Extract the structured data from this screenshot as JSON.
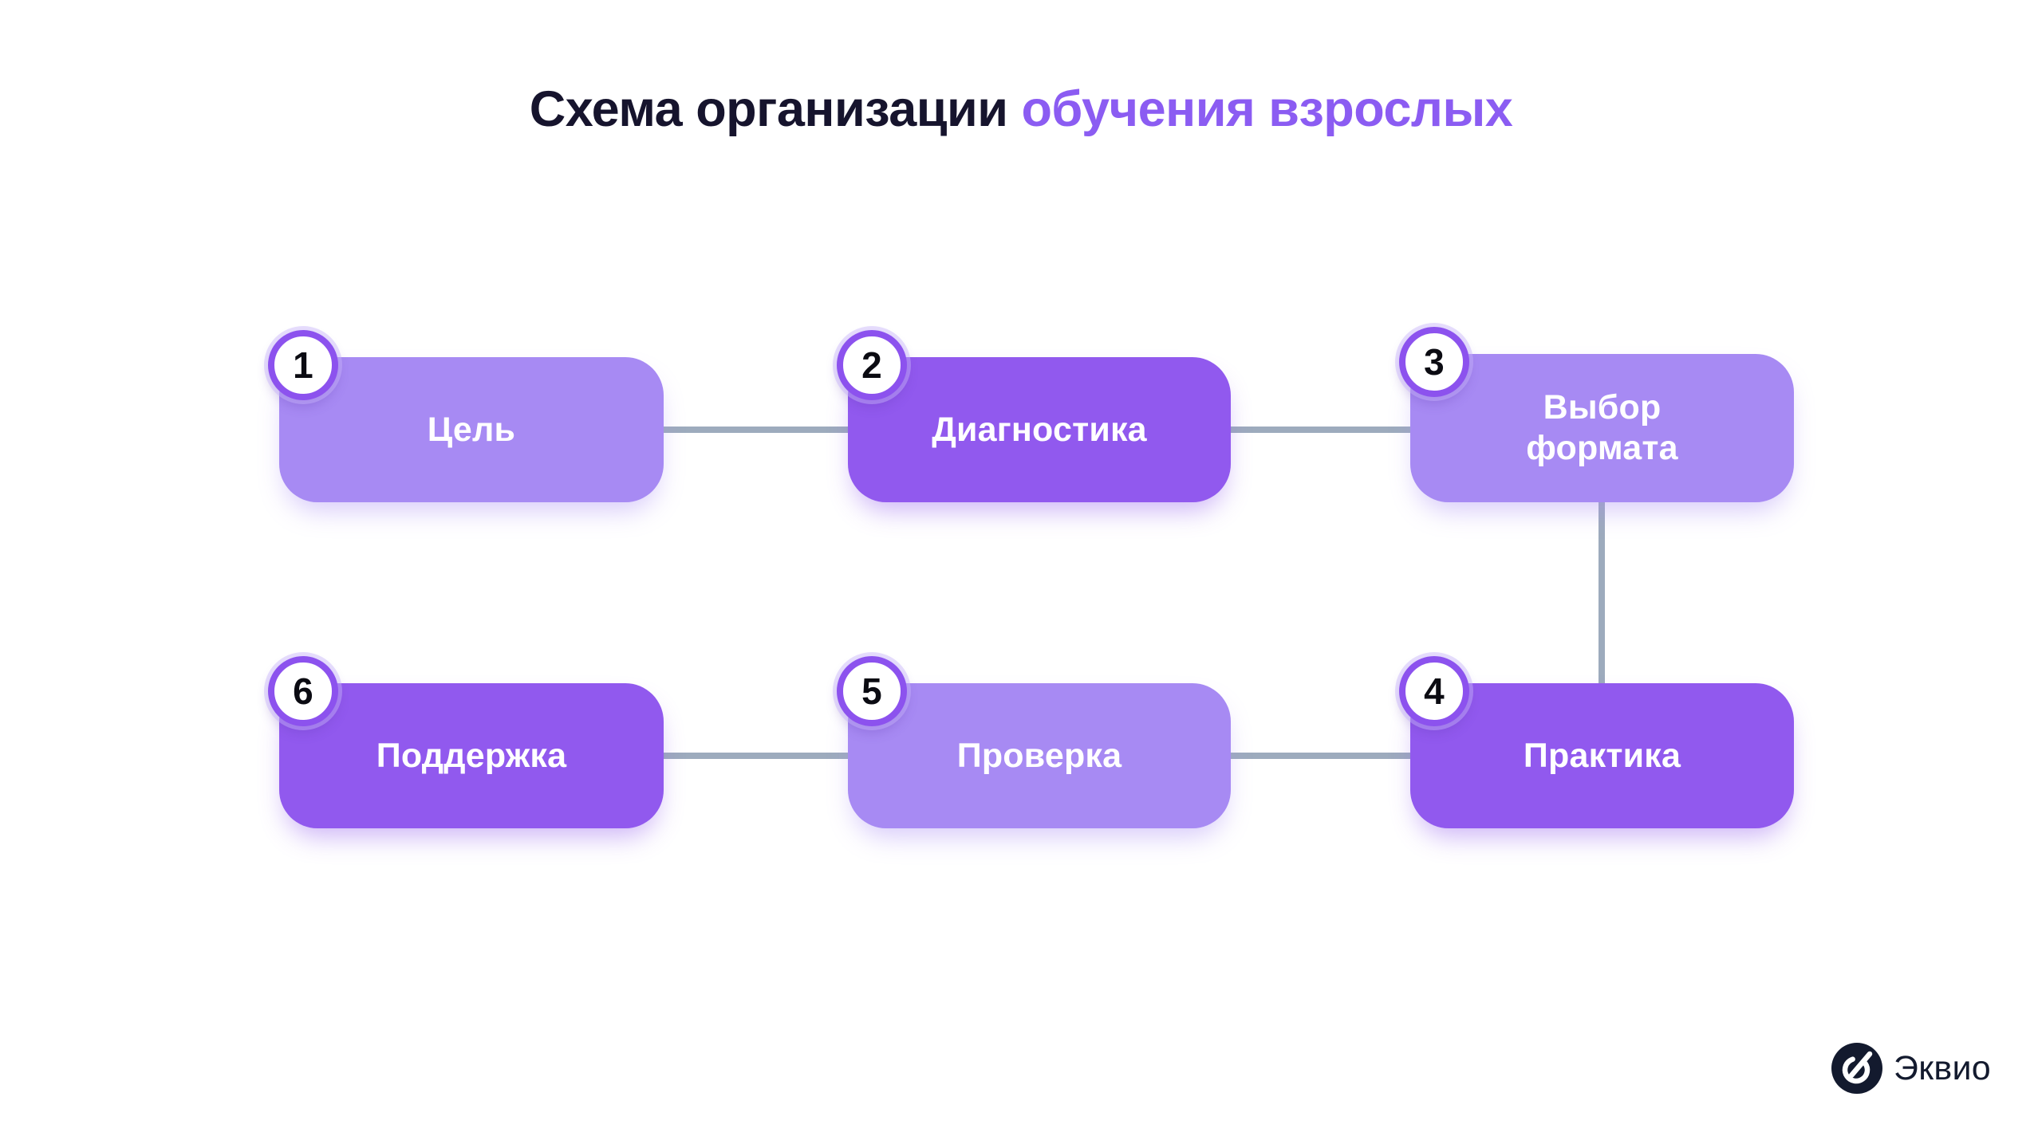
{
  "title": {
    "dark_part": "Схема организации",
    "accent_part": "обучения взрослых"
  },
  "steps": [
    {
      "number": "1",
      "label": "Цель",
      "variant": "light"
    },
    {
      "number": "2",
      "label": "Диагностика",
      "variant": "dark"
    },
    {
      "number": "3",
      "label": "Выбор\nформата",
      "variant": "light"
    },
    {
      "number": "4",
      "label": "Практика",
      "variant": "dark"
    },
    {
      "number": "5",
      "label": "Проверка",
      "variant": "light"
    },
    {
      "number": "6",
      "label": "Поддержка",
      "variant": "dark"
    }
  ],
  "connections": [
    "1-2",
    "2-3",
    "3-4",
    "6-5",
    "5-4"
  ],
  "logo": {
    "text": "Эквио",
    "icon": "ekvio-logo-icon"
  },
  "colors": {
    "bg": "#ffffff",
    "title-dark": "#16142d",
    "accent": "#8b5cf2",
    "box-light": "#a78af3",
    "box-dark": "#9159ee",
    "badge-ring": "#8c52ee",
    "connector": "#9dabbd",
    "logo-navy": "#131a2e"
  }
}
